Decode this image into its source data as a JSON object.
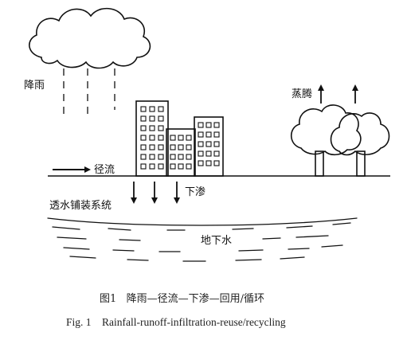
{
  "labels": {
    "rain": "降雨",
    "evaporation": "蒸腾",
    "runoff": "径流",
    "infiltration": "下渗",
    "permeable_paving": "透水铺装系统",
    "groundwater": "地下水"
  },
  "caption": {
    "cn": "图1   降雨—径流—下渗—回用/循环",
    "en": "Fig. 1    Rainfall-runoff-infiltration-reuse/recycling"
  },
  "colors": {
    "ink": "#111111",
    "background": "#ffffff"
  }
}
